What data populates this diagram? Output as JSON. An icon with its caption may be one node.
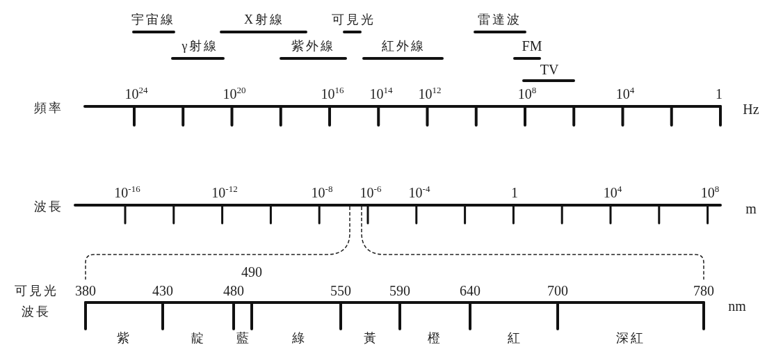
{
  "diagram": {
    "labels": [
      "宇宙線",
      "X射線",
      "可見光",
      "雷達波",
      "γ射線",
      "紫外線",
      "紅外線",
      "FM",
      "TV",
      "頻率",
      "10$^{24}$",
      "10$^{20}$",
      "10$^{16}$",
      "10$^{14}$",
      "10$^{12}$",
      "10$^{8}$",
      "10$^{4}$",
      "1",
      "Hz",
      "波長",
      "10$^{-16}$",
      "10$^{-12}$",
      "10$^{-8}$",
      "10$^{-6}$",
      "10$^{-4}$",
      "1",
      "10$^{4}$",
      "10$^{8}$",
      "m",
      "490",
      "可見光波長",
      "380",
      "430",
      "480",
      "550",
      "590",
      "640",
      "700",
      "780",
      "nm",
      "紫",
      "靛",
      "藍",
      "綠",
      "黃",
      "橙",
      "紅",
      "深紅"
    ]
  }
}
